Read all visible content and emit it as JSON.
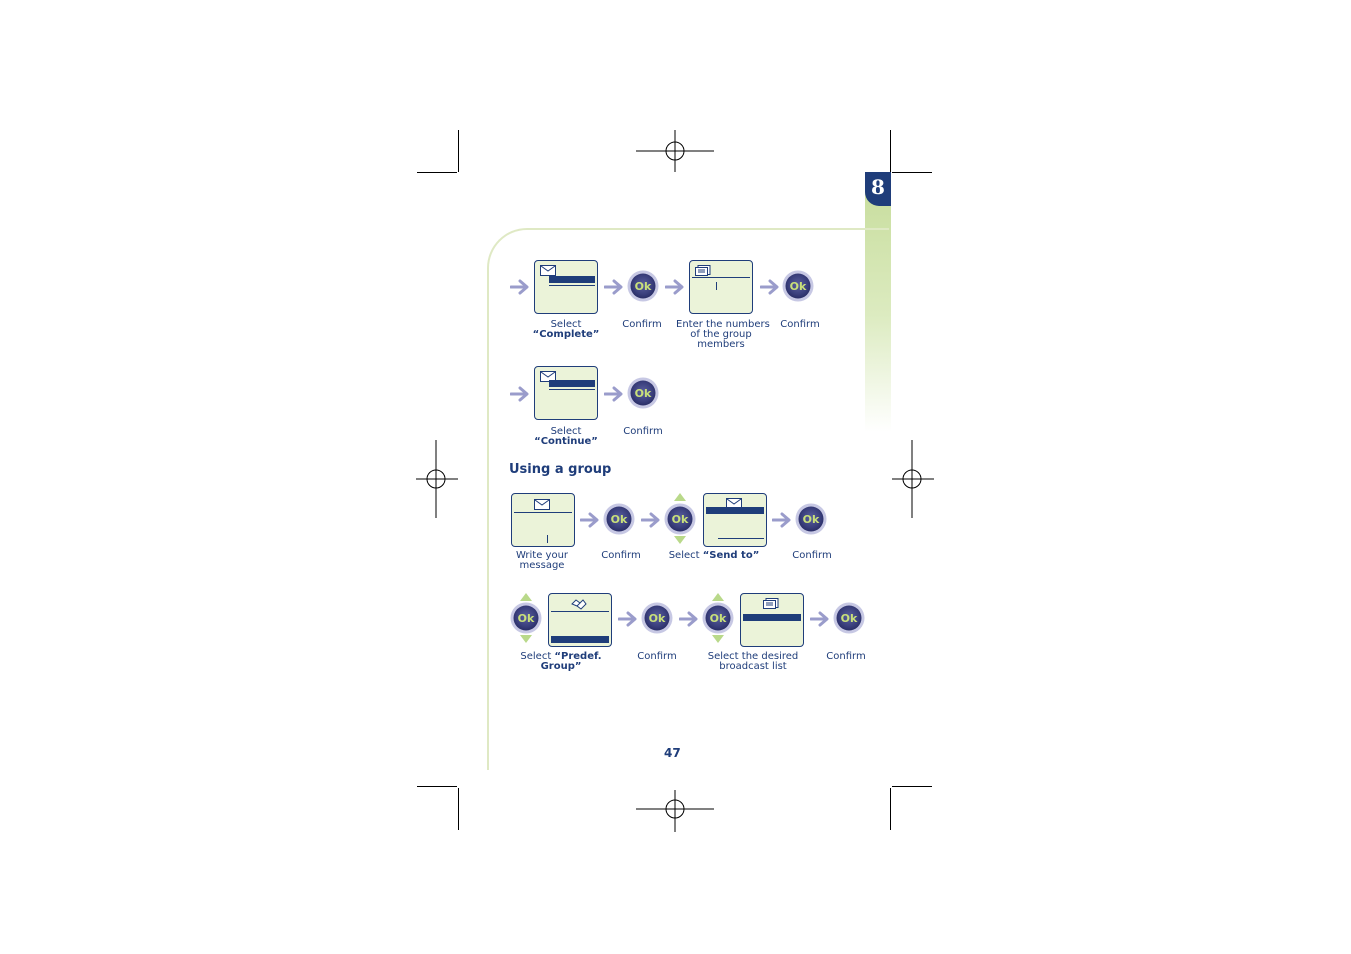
{
  "chapter_number": "8",
  "page_number": "47",
  "section_heading": "Using a group",
  "captions": {
    "select_complete": {
      "line1": "Select",
      "bold": "“Complete”"
    },
    "confirm1": "Confirm",
    "enter_numbers": [
      "Enter the numbers",
      "of the group",
      "members"
    ],
    "confirm2": "Confirm",
    "select_continue": {
      "line1": "Select",
      "bold": "“Continue”"
    },
    "confirm3": "Confirm",
    "write_message": [
      "Write your",
      "message"
    ],
    "confirm4": "Confirm",
    "select_send_to": {
      "prefix": "Select ",
      "bold": "“Send to”"
    },
    "confirm5": "Confirm",
    "select_predef": {
      "prefix": "Select ",
      "bold1": "“Predef.",
      "bold2": "Group”"
    },
    "confirm6": "Confirm",
    "select_broadcast": [
      "Select the desired",
      "broadcast list"
    ],
    "confirm7": "Confirm"
  },
  "ok_button_label": "Ok",
  "colors": {
    "navy": "#1f3d7a",
    "lcd": "#ebf3d9",
    "arrow": "#9a9ccb",
    "green": "#c6dc9a",
    "ok_text": "#c9e07a"
  }
}
